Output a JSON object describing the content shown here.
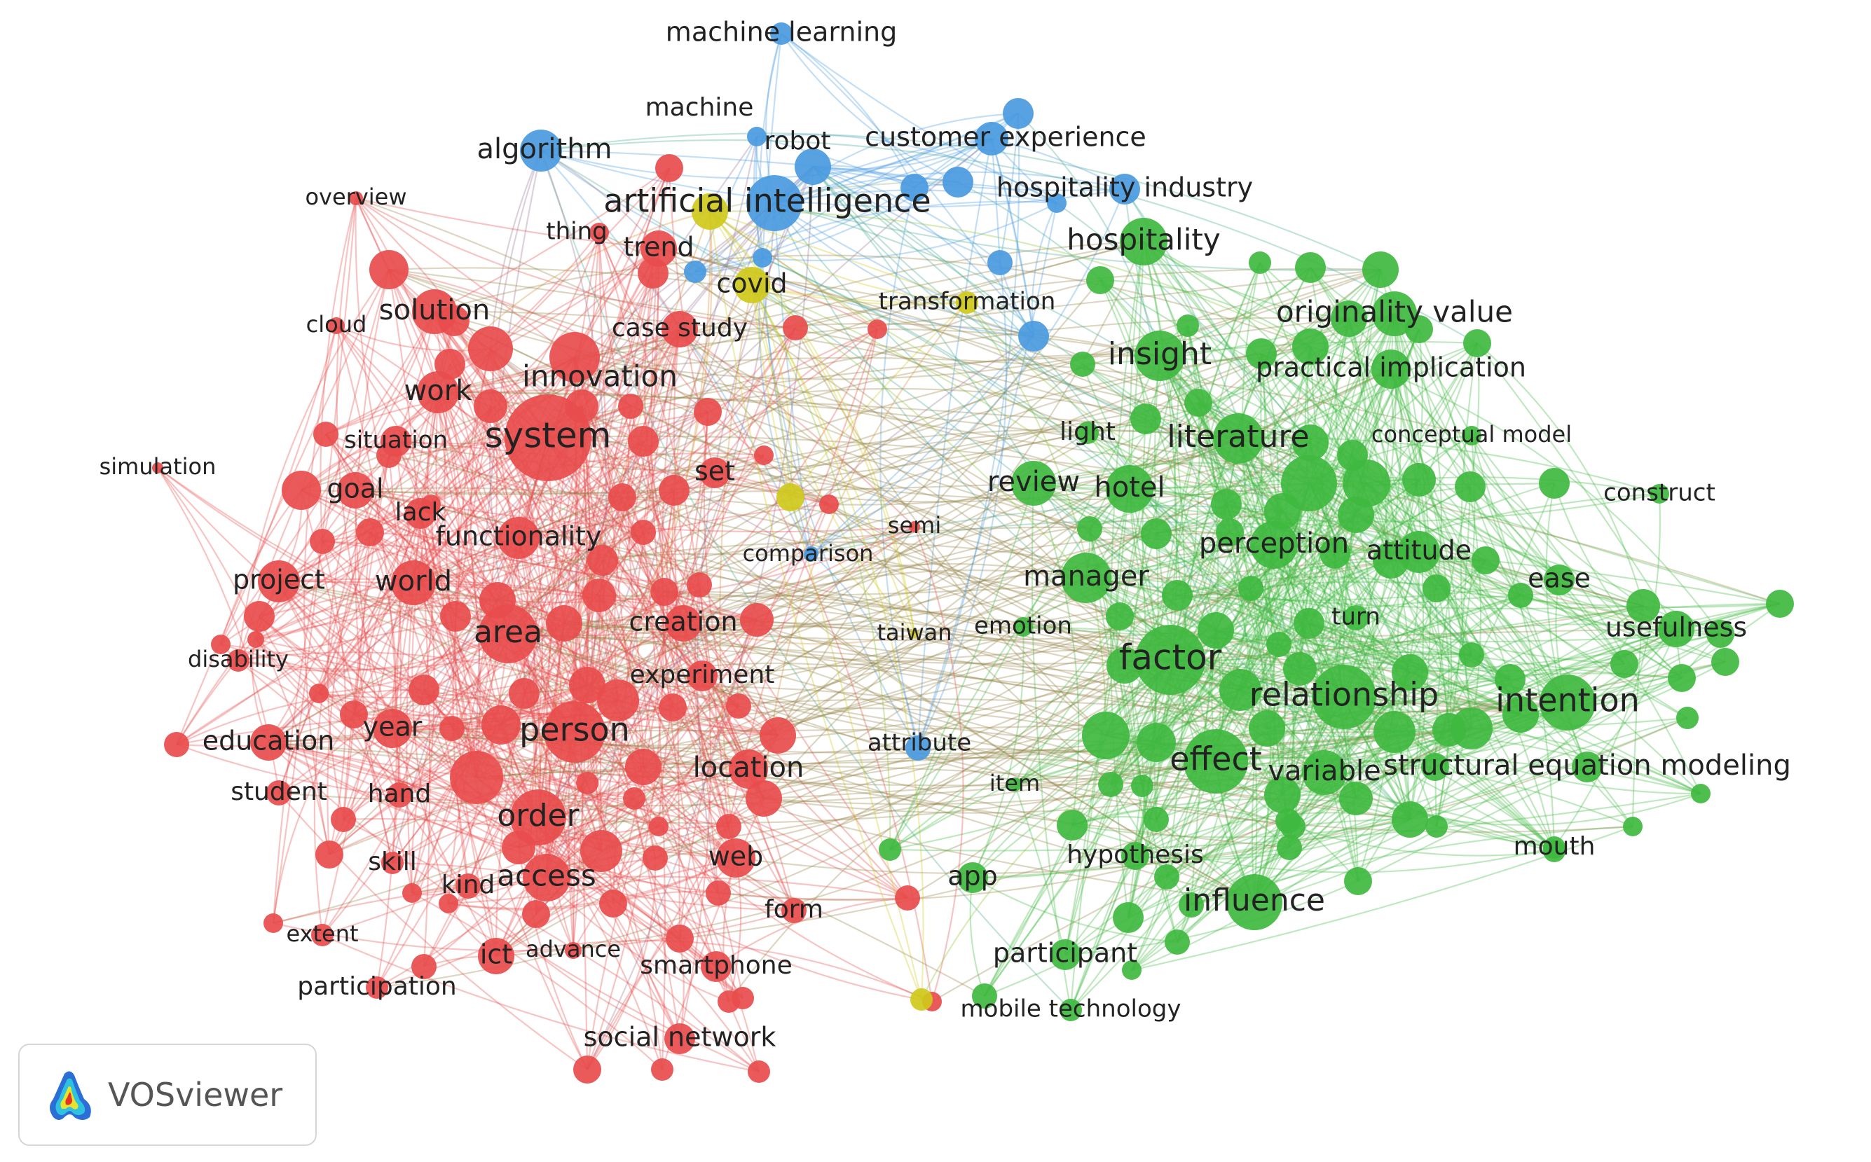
{
  "app": {
    "brand_name": "VOSviewer",
    "brand_logo_icon": "vosviewer-logo-icon"
  },
  "colors": {
    "red": "#e84c4c",
    "green": "#3fb93f",
    "blue": "#4a9ae0",
    "yellow": "#cfc91c"
  },
  "clusters": {
    "red": [
      "overview",
      "thing",
      "trend",
      "solution",
      "cloud",
      "case study",
      "work",
      "innovation",
      "system",
      "situation",
      "simulation",
      "goal",
      "lack",
      "set",
      "functionality",
      "semi",
      "project",
      "world",
      "creation",
      "area",
      "disability",
      "experiment",
      "year",
      "education",
      "person",
      "location",
      "student",
      "hand",
      "order",
      "skill",
      "kind",
      "access",
      "web",
      "form",
      "extent",
      "ict",
      "advance",
      "smartphone",
      "participation",
      "social network"
    ],
    "green": [
      "hospitality",
      "originality value",
      "insight",
      "practical implication",
      "light",
      "literature",
      "conceptual model",
      "review",
      "hotel",
      "construct",
      "perception",
      "attitude",
      "manager",
      "ease",
      "turn",
      "emotion",
      "usefulness",
      "factor",
      "relationship",
      "intention",
      "effect",
      "variable",
      "structural equation modeling",
      "item",
      "hypothesis",
      "mouth",
      "app",
      "influence",
      "participant",
      "mobile technology"
    ],
    "blue": [
      "machine learning",
      "machine",
      "algorithm",
      "robot",
      "customer experience",
      "artificial intelligence",
      "hospitality industry",
      "comparison",
      "attribute"
    ],
    "yellow": [
      "covid",
      "transformation",
      "taiwan"
    ]
  }
}
